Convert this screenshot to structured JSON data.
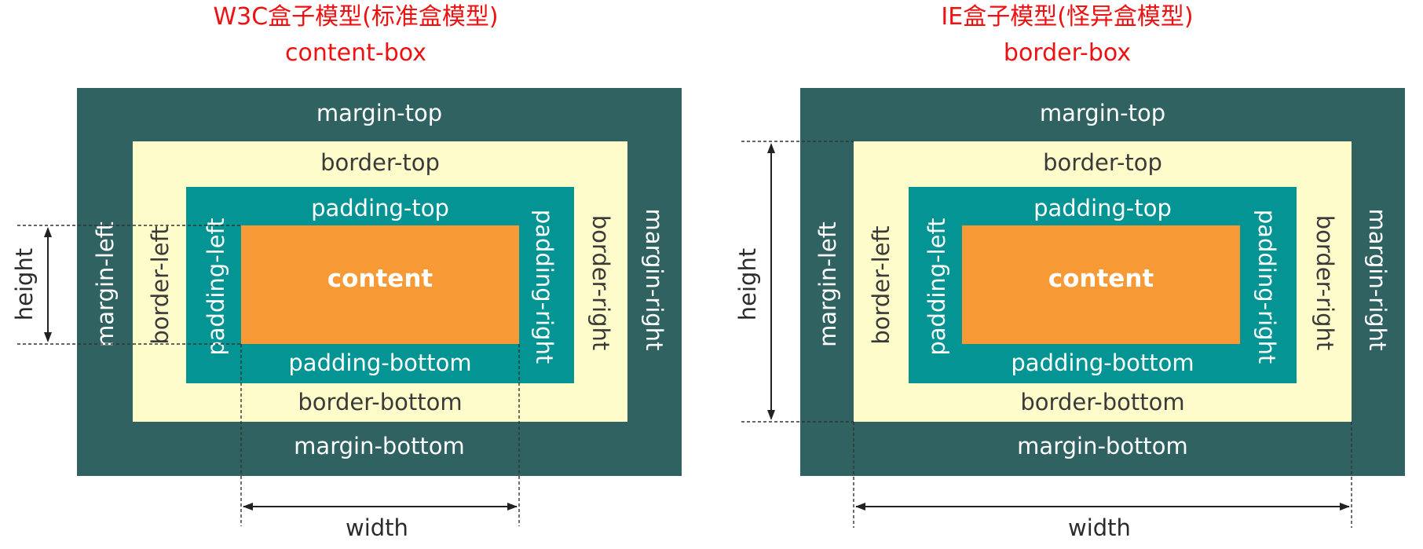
{
  "diagrams": [
    {
      "title": "W3C盒子模型(标准盒模型)",
      "subtitle": "content-box",
      "labels": {
        "margin_top": "margin-top",
        "margin_bottom": "margin-bottom",
        "margin_left": "margin-left",
        "margin_right": "margin-right",
        "border_top": "border-top",
        "border_bottom": "border-bottom",
        "border_left": "border-left",
        "border_right": "border-right",
        "padding_top": "padding-top",
        "padding_bottom": "padding-bottom",
        "padding_left": "padding-left",
        "padding_right": "padding-right",
        "content": "content"
      },
      "dimensions": {
        "height": "height",
        "width": "width"
      }
    },
    {
      "title": "IE盒子模型(怪异盒模型)",
      "subtitle": "border-box",
      "labels": {
        "margin_top": "margin-top",
        "margin_bottom": "margin-bottom",
        "margin_left": "margin-left",
        "margin_right": "margin-right",
        "border_top": "border-top",
        "border_bottom": "border-bottom",
        "border_left": "border-left",
        "border_right": "border-right",
        "padding_top": "padding-top",
        "padding_bottom": "padding-bottom",
        "padding_left": "padding-left",
        "padding_right": "padding-right",
        "content": "content"
      },
      "dimensions": {
        "height": "height",
        "width": "width"
      }
    }
  ],
  "colors": {
    "title": "#ee1111",
    "margin": "#306262",
    "border": "#fdfcca",
    "padding": "#049494",
    "content": "#f79935",
    "light_text": "#ffffff",
    "dark_text": "#3a3a3a"
  }
}
